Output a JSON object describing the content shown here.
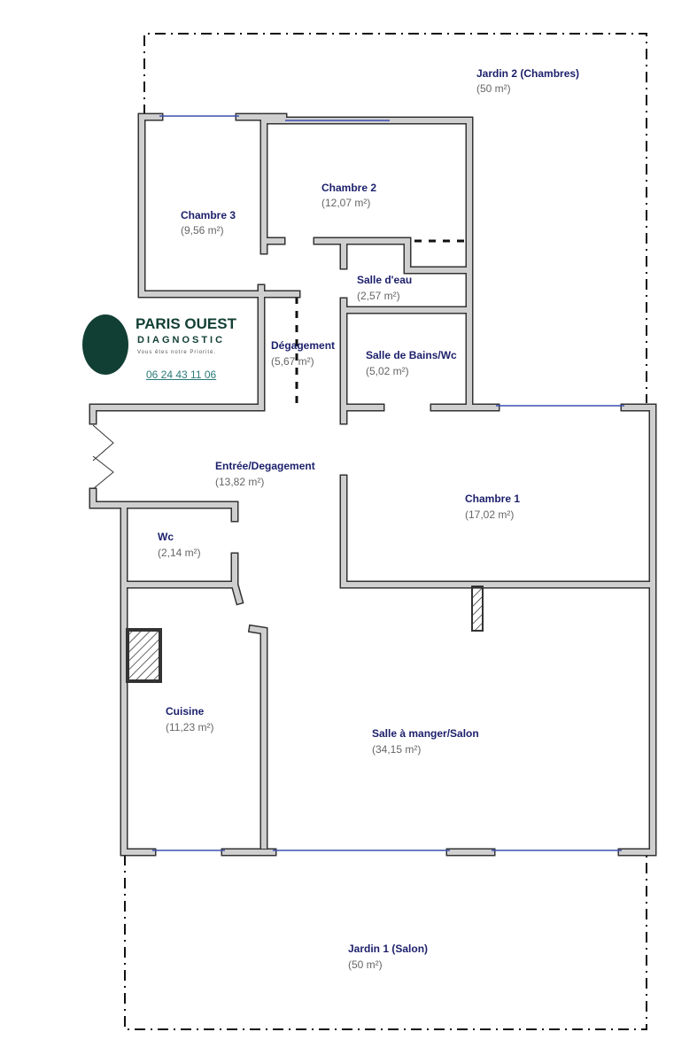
{
  "rooms": [
    {
      "name": "Jardin 2 (Chambres)",
      "area": "(50 m²)"
    },
    {
      "name": "Chambre 2",
      "area": "(12,07 m²)"
    },
    {
      "name": "Chambre 3",
      "area": "(9,56 m²)"
    },
    {
      "name": "Salle d'eau",
      "area": "(2,57 m²)"
    },
    {
      "name": "Dégagement",
      "area": "(5,67 m²)"
    },
    {
      "name": "Salle de Bains/Wc",
      "area": "(5,02 m²)"
    },
    {
      "name": "Entrée/Degagement",
      "area": "(13,82 m²)"
    },
    {
      "name": "Chambre 1",
      "area": "(17,02 m²)"
    },
    {
      "name": "Wc",
      "area": "(2,14 m²)"
    },
    {
      "name": "Cuisine",
      "area": "(11,23 m²)"
    },
    {
      "name": "Salle à manger/Salon",
      "area": "(34,15 m²)"
    },
    {
      "name": "Jardin 1 (Salon)",
      "area": "(50 m²)"
    }
  ],
  "logo": {
    "title": "PARIS OUEST",
    "subtitle": "DIAGNOSTIC",
    "tagline": "Vous êtes notre Priorité.",
    "phone": "06 24 43 11 06"
  }
}
